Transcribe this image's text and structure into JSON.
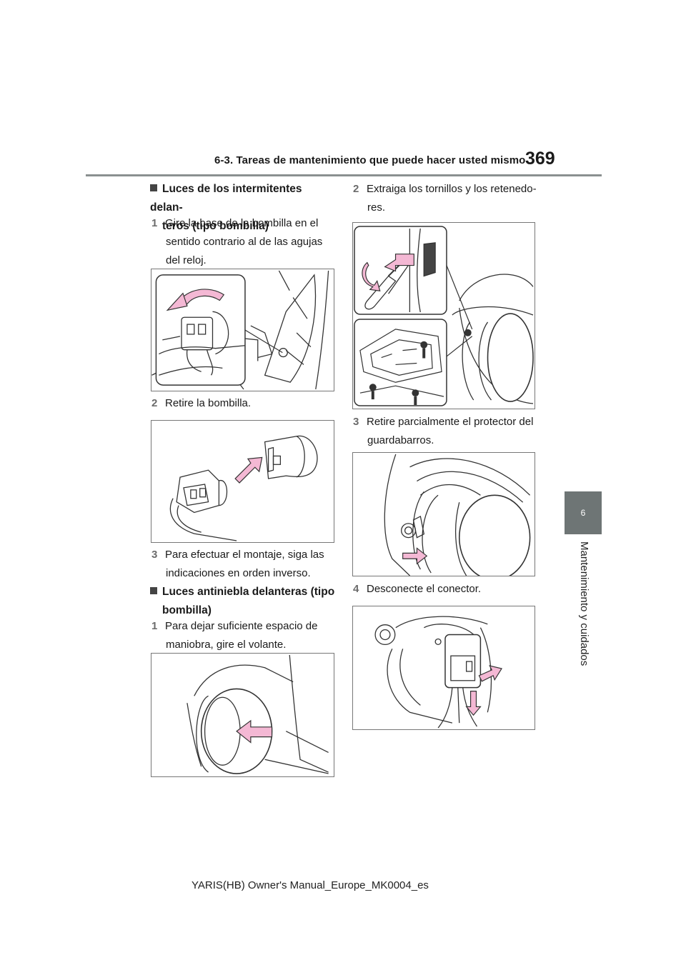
{
  "header": {
    "section_title": "6-3. Tareas de mantenimiento que puede hacer usted mismo",
    "page_number": "369"
  },
  "side_tab": {
    "chapter_number": "6",
    "chapter_label": "Mantenimiento y cuidados"
  },
  "left_column": {
    "section1": {
      "heading_line1": "Luces de los intermitentes delan-",
      "heading_line2": "teros (tipo bombilla)",
      "step1_num": "1",
      "step1_line1": "Gire la base de la bombilla en el",
      "step1_line2": "sentido contrario al de las agujas",
      "step1_line3": "del reloj.",
      "step2_num": "2",
      "step2_line1": "Retire la bombilla.",
      "step3_num": "3",
      "step3_line1": "Para efectuar el montaje, siga las",
      "step3_line2": "indicaciones en orden inverso."
    },
    "section2": {
      "heading_line1": "Luces antiniebla delanteras (tipo",
      "heading_line2": "bombilla)",
      "step1_num": "1",
      "step1_line1": "Para dejar suficiente espacio de",
      "step1_line2": "maniobra, gire el volante."
    }
  },
  "right_column": {
    "step2_num": "2",
    "step2_line1": "Extraiga los tornillos y los retenedo-",
    "step2_line2": "res.",
    "step3_num": "3",
    "step3_line1": "Retire parcialmente el protector del",
    "step3_line2": "guardabarros.",
    "step4_num": "4",
    "step4_line1": "Desconecte el conector."
  },
  "colors": {
    "arrow_fill": "#f4b8d4",
    "arrow_stroke": "#333333",
    "tab_gray": "#6e7575",
    "rule_gray": "#8a9090"
  },
  "footer": {
    "text": "YARIS(HB) Owner's Manual_Europe_MK0004_es"
  }
}
